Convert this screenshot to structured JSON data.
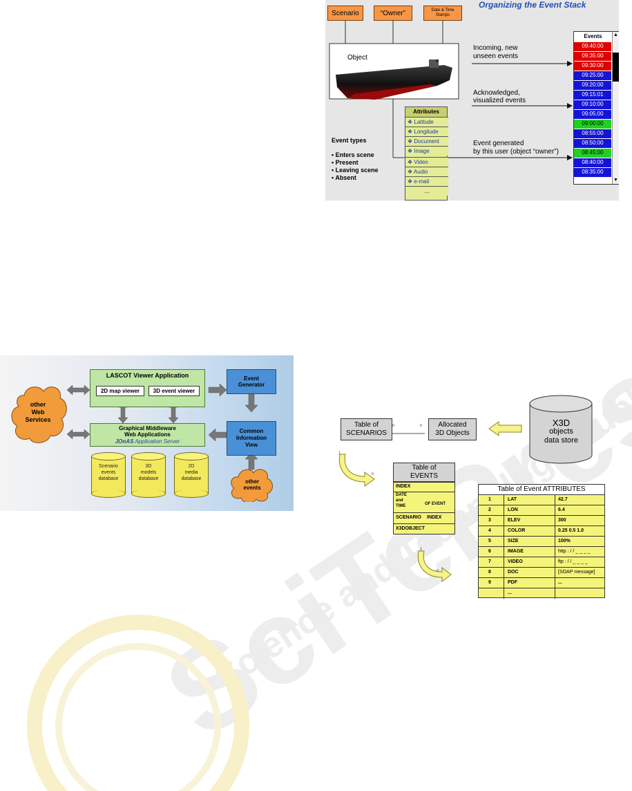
{
  "fig_stack": {
    "title": "Organizing the Event Stack",
    "top_boxes": [
      "Scenario",
      "“Owner”",
      "Date & Time Stamps"
    ],
    "object_label": "Object",
    "attributes": {
      "header": "Attributes",
      "items": [
        "Latitude",
        "Longitude",
        "Document",
        "Image",
        "Video",
        "Audio",
        "e-mail",
        "..."
      ]
    },
    "event_types": {
      "heading": "Event types",
      "items": [
        "• Enters scene",
        "• Present",
        "• Leaving scene",
        "• Absent"
      ]
    },
    "annotations": {
      "incoming_1": "Incoming, new",
      "incoming_2": "unseen events",
      "ack_1": "Acknowledged,",
      "ack_2": "visualized events",
      "gen_1": "Event generated",
      "gen_2": "by this user (object “owner”)"
    },
    "events": {
      "header": "Events",
      "times": [
        "09:40:00",
        "09:35:00",
        "09:30:00",
        "09:25:00",
        "09:20:00",
        "09:15:01",
        "09:10:00",
        "09:05:00",
        "09:00:00",
        "08:55:00",
        "08:50:00",
        "08:45:00",
        "08:40:00",
        "08:35:00"
      ],
      "status": [
        "red",
        "red",
        "red",
        "blue",
        "blue",
        "blue",
        "blue",
        "blue",
        "green",
        "blue",
        "blue",
        "green",
        "blue",
        "blue"
      ]
    },
    "colors": {
      "orange_box": "#f79646",
      "red": "#e00000",
      "blue": "#1414d8",
      "green": "#22d022",
      "title_blue": "#1f4fb4"
    }
  },
  "fig_arch": {
    "viewer_app": "LASCOT Viewer Application",
    "map_viewer": "2D map viewer",
    "event_viewer": "3D event viewer",
    "middleware_1": "Graphical Middleware",
    "middleware_2": "Web Applications",
    "jonas_1": "JOnAS",
    "jonas_2": " Application Server",
    "other_ws": [
      "other",
      "Web",
      "Services"
    ],
    "event_gen": [
      "Event",
      "Generator"
    ],
    "civ": [
      "Common",
      "Information",
      "View"
    ],
    "other_events": [
      "other",
      "events"
    ],
    "databases": [
      [
        "Scenario",
        "events",
        "database"
      ],
      [
        "3D",
        "models",
        "database"
      ],
      [
        "2D",
        "media",
        "database"
      ]
    ]
  },
  "fig_tables": {
    "scenarios": [
      "Table of",
      "SCENARIOS"
    ],
    "allocated": [
      "Allocated",
      "3D Objects"
    ],
    "x3d": [
      "X3D",
      "objects",
      "data store"
    ],
    "events_title": [
      "Table of",
      "EVENTS"
    ],
    "events_rows": [
      "INDEX",
      "DATE and TIME",
      "OF EVENT",
      "SCENARIO",
      "INDEX",
      "X3DOBJECT"
    ],
    "rel_n": "n",
    "rel_1": "1",
    "attr_title": "Table of Event ATTRIBUTES",
    "attr_rows": [
      [
        "1",
        "LAT",
        "42.7"
      ],
      [
        "2",
        "LON",
        "6.4"
      ],
      [
        "3",
        "ELEV",
        "300"
      ],
      [
        "4",
        "COLOR",
        "0.25 0.5 1.0"
      ],
      [
        "5",
        "SIZE",
        "100%"
      ],
      [
        "6",
        "IMAGE",
        "http : / / _ _ _ _"
      ],
      [
        "7",
        "VIDEO",
        "ftp : / / _ _ _ _"
      ],
      [
        "8",
        "DOC",
        "[SOAP message]"
      ],
      [
        "9",
        "PDF",
        "..."
      ],
      [
        "",
        "...",
        ""
      ]
    ]
  },
  "watermark": {
    "main": "SciTePress",
    "sub": "Science and Technology Publications"
  }
}
